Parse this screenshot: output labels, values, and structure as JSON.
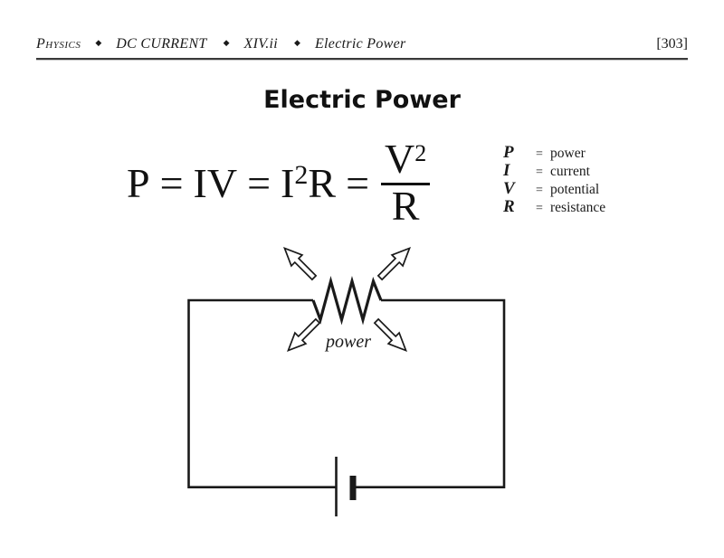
{
  "header": {
    "course": "Physics",
    "separator": "◆",
    "chapter": "DC CURRENT",
    "section": "XIV.ii",
    "topic": "Electric Power",
    "page_number": "[303]"
  },
  "title": "Electric Power",
  "formula": {
    "p": "P",
    "eq": "=",
    "iv": "IV",
    "i_base": "I",
    "i_sup": "2",
    "r": "R",
    "frac_num": "V",
    "frac_sup": "2",
    "frac_den": "R"
  },
  "legend": {
    "equals": "=",
    "rows": [
      {
        "symbol": "P",
        "term": "power"
      },
      {
        "symbol": "I",
        "term": "current"
      },
      {
        "symbol": "V",
        "term": "potential"
      },
      {
        "symbol": "R",
        "term": "resistance"
      }
    ]
  },
  "circuit": {
    "resistor_label": "power"
  },
  "colors": {
    "ink": "#1a1a1a",
    "background": "#ffffff"
  }
}
